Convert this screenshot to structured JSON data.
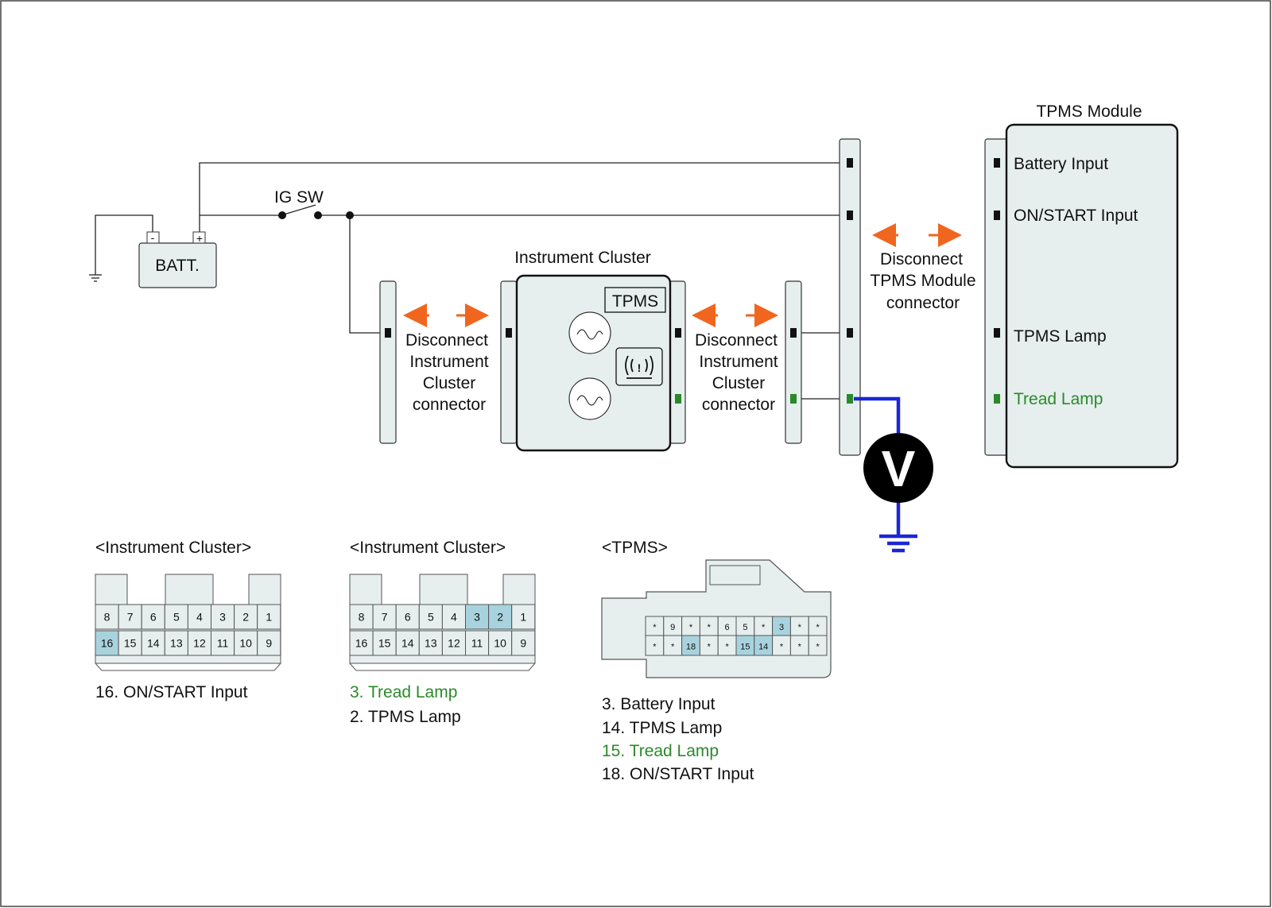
{
  "colors": {
    "accent_arrow": "#f0661e",
    "probe_wire": "#1a27d6",
    "green_text": "#2a8a2a",
    "highlight_pin": "#a8d3de"
  },
  "diagram": {
    "batt_label": "BATT.",
    "batt_minus": "-",
    "batt_plus": "+",
    "ig_sw_label": "IG SW",
    "instrument_cluster_title": "Instrument Cluster",
    "tpms_badge": "TPMS",
    "tpms_warning_symbol": "!",
    "disconnect_left": [
      "Disconnect",
      "Instrument",
      "Cluster",
      "connector"
    ],
    "disconnect_mid": [
      "Disconnect",
      "Instrument",
      "Cluster",
      "connector"
    ],
    "disconnect_tpms": [
      "Disconnect",
      "TPMS Module",
      "connector"
    ],
    "tpms_module_title": "TPMS Module",
    "tpms_pins": [
      "Battery Input",
      "ON/START Input",
      "TPMS Lamp",
      "Tread Lamp"
    ],
    "voltmeter_label": "V"
  },
  "connectors": {
    "ic1": {
      "title": "<Instrument Cluster>",
      "row1": [
        "8",
        "7",
        "6",
        "5",
        "4",
        "3",
        "2",
        "1"
      ],
      "row2": [
        "16",
        "15",
        "14",
        "13",
        "12",
        "11",
        "10",
        "9"
      ],
      "notes": [
        "16. ON/START Input"
      ]
    },
    "ic2": {
      "title": "<Instrument Cluster>",
      "row1": [
        "8",
        "7",
        "6",
        "5",
        "4",
        "3",
        "2",
        "1"
      ],
      "row2": [
        "16",
        "15",
        "14",
        "13",
        "12",
        "11",
        "10",
        "9"
      ],
      "notes": [
        "3. Tread Lamp",
        "2. TPMS Lamp"
      ]
    },
    "tpms": {
      "title": "<TPMS>",
      "row1": [
        "*",
        "9",
        "*",
        "*",
        "6",
        "5",
        "*",
        "3",
        "*",
        "*"
      ],
      "row2": [
        "*",
        "*",
        "18",
        "*",
        "*",
        "15",
        "14",
        "*",
        "*",
        "*"
      ],
      "notes": [
        "3. Battery Input",
        "14. TPMS Lamp",
        "15. Tread Lamp",
        "18. ON/START Input"
      ]
    }
  }
}
